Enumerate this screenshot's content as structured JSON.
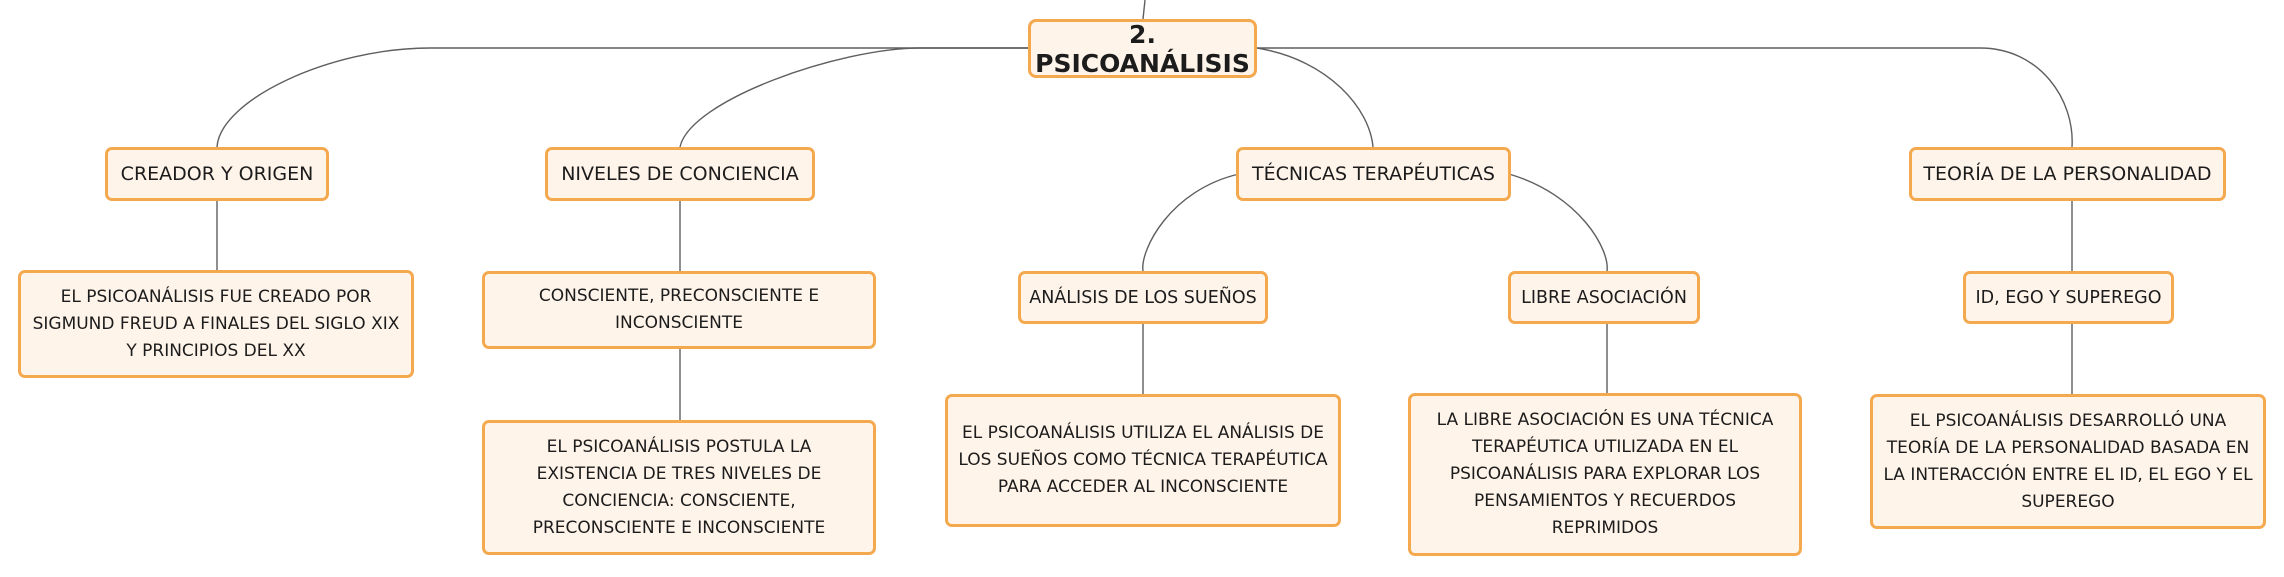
{
  "diagram": {
    "root": "2. PSICOANÁLISIS",
    "branches": {
      "creador": "CREADOR Y ORIGEN",
      "niveles": "NIVELES DE CONCIENCIA",
      "tecnicas": "TÉCNICAS TERAPÉUTICAS",
      "teoria": "TEORÍA DE LA PERSONALIDAD"
    },
    "subtopics": {
      "niveles_tipos": "CONSCIENTE, PRECONSCIENTE E INCONSCIENTE",
      "suenos": "ANÁLISIS DE LOS SUEÑOS",
      "libre": "LIBRE ASOCIACIÓN",
      "id_ego": "ID, EGO Y SUPEREGO"
    },
    "details": {
      "creador": "EL PSICOANÁLISIS FUE CREADO POR SIGMUND FREUD A FINALES DEL SIGLO XIX Y PRINCIPIOS DEL XX",
      "niveles": "EL PSICOANÁLISIS POSTULA LA EXISTENCIA DE TRES NIVELES DE CONCIENCIA: CONSCIENTE, PRECONSCIENTE E INCONSCIENTE",
      "suenos": "EL PSICOANÁLISIS UTILIZA EL ANÁLISIS DE LOS SUEÑOS COMO TÉCNICA TERAPÉUTICA PARA ACCEDER AL INCONSCIENTE",
      "libre": "LA LIBRE ASOCIACIÓN ES UNA TÉCNICA TERAPÉUTICA UTILIZADA EN EL PSICOANÁLISIS PARA EXPLORAR LOS PENSAMIENTOS Y RECUERDOS REPRIMIDOS",
      "personalidad": "EL PSICOANÁLISIS DESARROLLÓ UNA TEORÍA DE LA PERSONALIDAD BASADA EN LA INTERACCIÓN ENTRE EL ID, EL EGO Y EL SUPEREGO"
    }
  },
  "colors": {
    "node_fill": "#fff4ea",
    "node_border": "#f5a94f",
    "connector": "#5f5f5f"
  }
}
